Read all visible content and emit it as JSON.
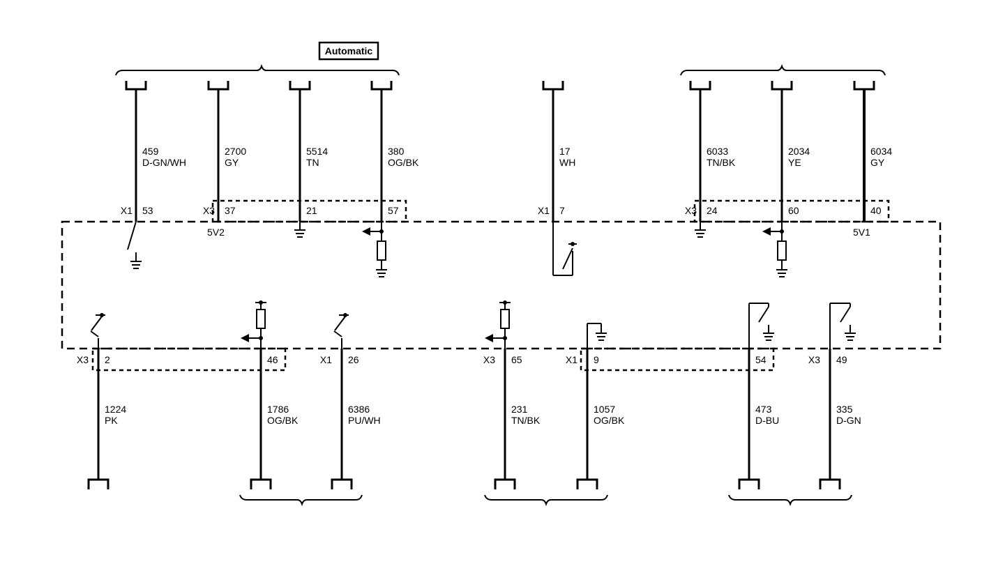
{
  "automatic_label": "Automatic",
  "top_circuits": [
    {
      "conn": "X1",
      "pin": "53",
      "circuit": "459",
      "color": "D-GN/WH",
      "ref": ""
    },
    {
      "conn": "X3",
      "pin": "37",
      "circuit": "2700",
      "color": "GY",
      "ref": "5V2"
    },
    {
      "conn": "",
      "pin": "21",
      "circuit": "5514",
      "color": "TN",
      "ref": ""
    },
    {
      "conn": "",
      "pin": "57",
      "circuit": "380",
      "color": "OG/BK",
      "ref": ""
    },
    {
      "conn": "X1",
      "pin": "7",
      "circuit": "17",
      "color": "WH",
      "ref": ""
    },
    {
      "conn": "X3",
      "pin": "24",
      "circuit": "6033",
      "color": "TN/BK",
      "ref": ""
    },
    {
      "conn": "",
      "pin": "60",
      "circuit": "2034",
      "color": "YE",
      "ref": ""
    },
    {
      "conn": "",
      "pin": "40",
      "circuit": "6034",
      "color": "GY",
      "ref": "5V1"
    }
  ],
  "bottom_circuits": [
    {
      "conn": "X3",
      "pin": "2",
      "circuit": "1224",
      "color": "PK"
    },
    {
      "conn": "",
      "pin": "46",
      "circuit": "1786",
      "color": "OG/BK"
    },
    {
      "conn": "X1",
      "pin": "26",
      "circuit": "6386",
      "color": "PU/WH"
    },
    {
      "conn": "X3",
      "pin": "65",
      "circuit": "231",
      "color": "TN/BK"
    },
    {
      "conn": "X1",
      "pin": "9",
      "circuit": "1057",
      "color": "OG/BK"
    },
    {
      "conn": "",
      "pin": "54",
      "circuit": "473",
      "color": "D-BU"
    },
    {
      "conn": "X3",
      "pin": "49",
      "circuit": "335",
      "color": "D-GN"
    }
  ]
}
